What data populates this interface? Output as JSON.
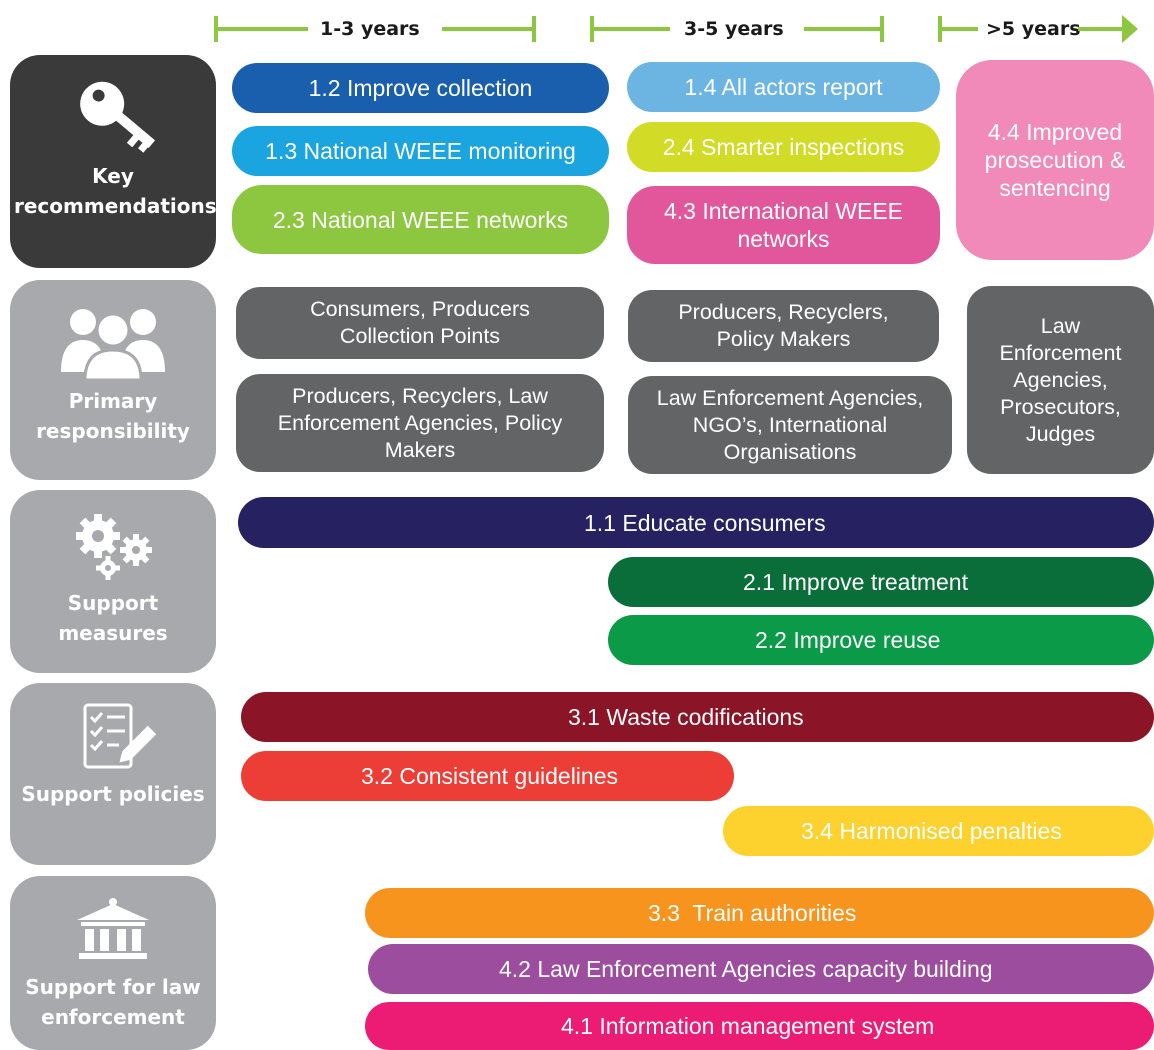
{
  "timeline": {
    "period_1": "1-3 years",
    "period_2": "3-5 years",
    "period_3": ">5 years",
    "color": "#8dc63f"
  },
  "categories": {
    "key": "Key recommendations",
    "primary": "Primary responsibility",
    "measures": "Support measures",
    "policies": "Support policies",
    "law": "Support for law enforcement"
  },
  "key_recommendations": {
    "r1_2": "1.2 Improve collection",
    "r1_3": "1.3 National WEEE monitoring",
    "r2_3": "2.3 National WEEE networks",
    "r1_4": "1.4 All actors report",
    "r2_4": "2.4 Smarter inspections",
    "r4_3": "4.3 International WEEE networks",
    "r4_4": "4.4 Improved prosecution & sentencing"
  },
  "primary_responsibility": {
    "a": "Consumers, Producers Collection Points",
    "b": "Producers, Recyclers, Law Enforcement Agencies, Policy Makers",
    "c": "Producers, Recyclers, Policy Makers",
    "d": "Law Enforcement Agencies, NGO’s, International Organisations",
    "e": "Law Enforcement Agencies, Prosecutors, Judges"
  },
  "support_measures": {
    "m1_1": "1.1 Educate consumers",
    "m2_1": "2.1 Improve treatment",
    "m2_2": "2.2 Improve reuse"
  },
  "support_policies": {
    "p3_1": "3.1 Waste codifications",
    "p3_2": "3.2 Consistent guidelines",
    "p3_4": "3.4 Harmonised penalties"
  },
  "law_enforcement": {
    "l3_3": "3.3  Train authorities",
    "l4_2": "4.2 Law Enforcement Agencies capacity building",
    "l4_1": "4.1 Information management system"
  },
  "colors": {
    "key_tile": "#3a3a3b",
    "other_tiles": "#a8a9ad",
    "responsibility": "#636466"
  },
  "icons": [
    "key-icon",
    "people-icon",
    "gears-icon",
    "checklist-icon",
    "courthouse-icon"
  ]
}
